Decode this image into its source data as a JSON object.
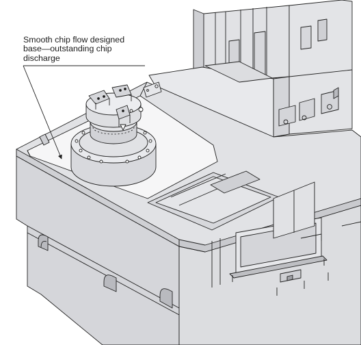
{
  "callout": {
    "lines": [
      "Smooth chip flow designed",
      "base—outstanding chip",
      "discharge"
    ]
  },
  "colors": {
    "body_fill": "#e1e2e5",
    "side_fill": "#cfd0d4",
    "dark_fill": "#b9babf",
    "chip_base_fill": "#f6f6f7",
    "line": "#1f1f1f"
  },
  "icons": [
    "leader-arrow"
  ]
}
